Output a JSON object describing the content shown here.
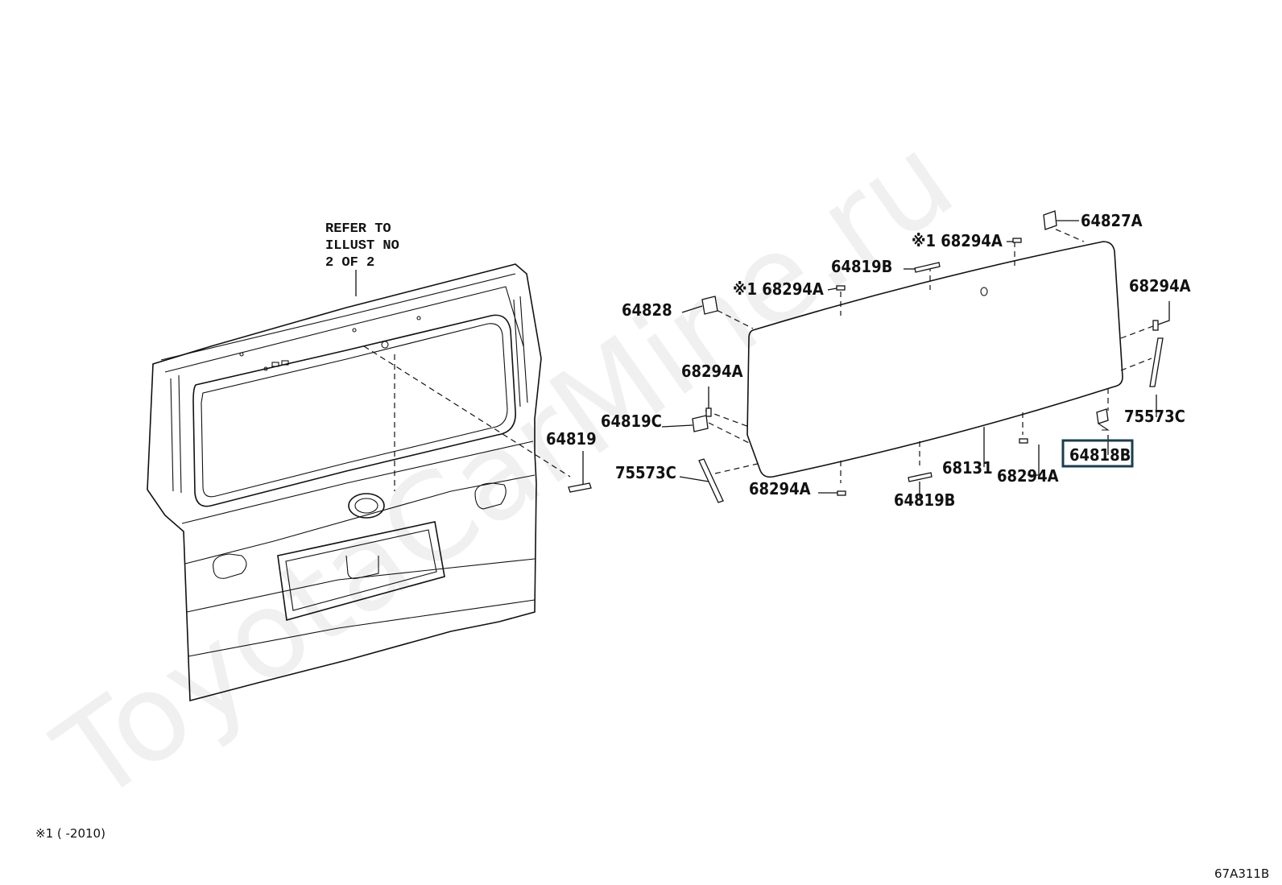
{
  "watermark": "ToyotaCarMine.ru",
  "refer_note": [
    "REFER TO",
    "ILLUST NO",
    "2 OF 2"
  ],
  "labels": {
    "l_64827A": "64827A",
    "l_68294A_top": "※1 68294A",
    "l_64819B_top": "64819B",
    "l_68294A_left_top": "※1 68294A",
    "l_64828": "64828",
    "l_68294A_right": "68294A",
    "l_68294A_left": "68294A",
    "l_64819C": "64819C",
    "l_64819": "64819",
    "l_75573C_left": "75573C",
    "l_75573C_right": "75573C",
    "l_64818B": "64818B",
    "l_68131": "68131",
    "l_68294A_bottom_right": "68294A",
    "l_68294A_bottom": "68294A",
    "l_64819B_bottom": "64819B"
  },
  "footnote": "※1 (      -2010)",
  "diagram_code": "67A311B",
  "highlight_color": "#1d3d4f"
}
